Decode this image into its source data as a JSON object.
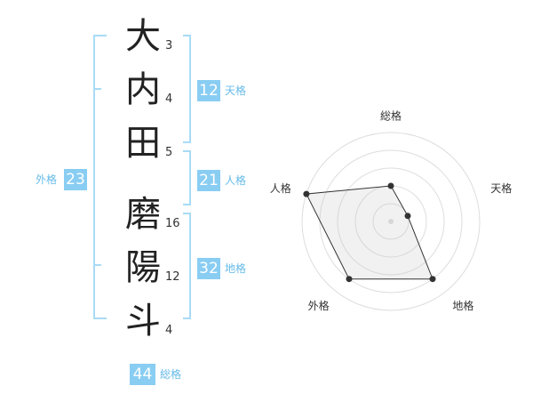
{
  "name": {
    "characters": [
      {
        "char": "大",
        "strokes": "3"
      },
      {
        "char": "内",
        "strokes": "4"
      },
      {
        "char": "田",
        "strokes": "5"
      },
      {
        "char": "磨",
        "strokes": "16"
      },
      {
        "char": "陽",
        "strokes": "12"
      },
      {
        "char": "斗",
        "strokes": "4"
      }
    ]
  },
  "fortune": {
    "tenkaku": {
      "value": "12",
      "label": "天格"
    },
    "jinkaku": {
      "value": "21",
      "label": "人格"
    },
    "chikaku": {
      "value": "32",
      "label": "地格"
    },
    "gaikaku": {
      "value": "23",
      "label": "外格"
    },
    "soukaku": {
      "value": "44",
      "label": "総格"
    }
  },
  "chart_data": {
    "type": "radar",
    "axes": [
      "総格",
      "天格",
      "地格",
      "外格",
      "人格"
    ],
    "values": [
      2,
      1,
      4,
      4,
      5
    ],
    "max": 5,
    "rings": 5
  },
  "colors": {
    "accent": "#89cdf3",
    "bracket": "#a8dbf6",
    "label": "#66bbe8"
  }
}
